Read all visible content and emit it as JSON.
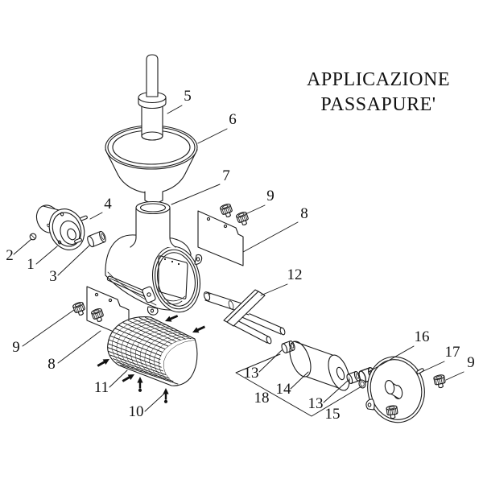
{
  "title": {
    "line1": "APPLICAZIONE",
    "line2": "PASSAPURE'"
  },
  "colors": {
    "line": "#1a1a1a",
    "background": "#ffffff"
  },
  "callouts": [
    {
      "number": "5"
    },
    {
      "number": "6"
    },
    {
      "number": "7"
    },
    {
      "number": "4"
    },
    {
      "number": "2"
    },
    {
      "number": "1"
    },
    {
      "number": "3"
    },
    {
      "number": "9"
    },
    {
      "number": "8"
    },
    {
      "number": "12"
    },
    {
      "number": "9"
    },
    {
      "number": "8"
    },
    {
      "number": "11"
    },
    {
      "number": "10"
    },
    {
      "number": "13"
    },
    {
      "number": "14"
    },
    {
      "number": "13"
    },
    {
      "number": "18"
    },
    {
      "number": "15"
    },
    {
      "number": "16"
    },
    {
      "number": "17"
    },
    {
      "number": "9"
    }
  ]
}
